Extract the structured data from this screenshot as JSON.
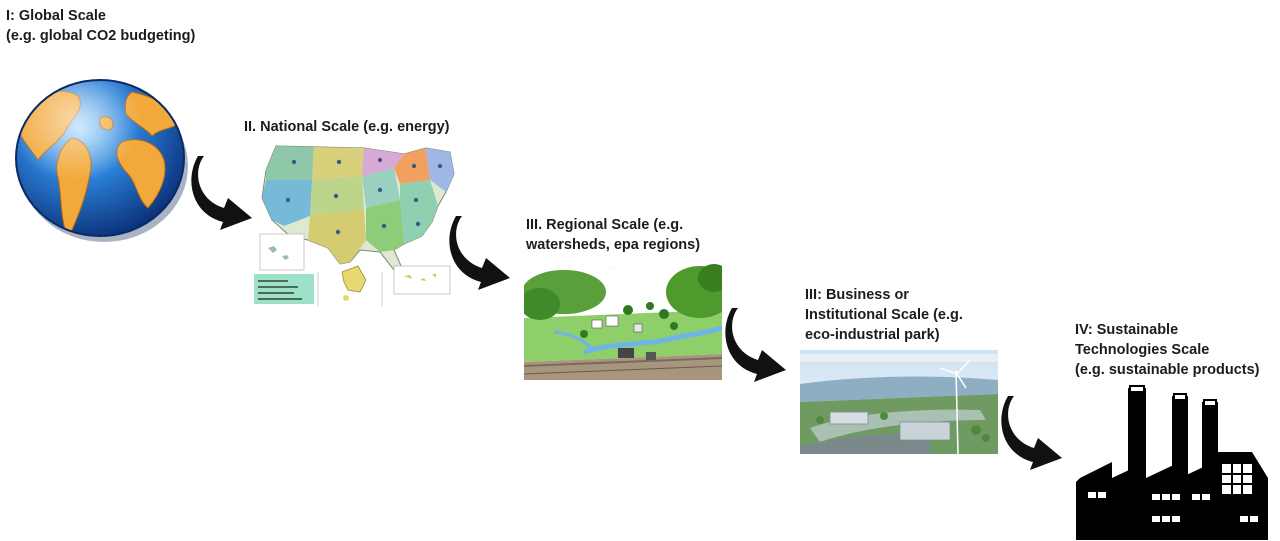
{
  "stages": [
    {
      "lines": [
        "I: Global Scale",
        "(e.g. global CO2 budgeting)"
      ]
    },
    {
      "lines": [
        "II. National Scale (e.g. energy)"
      ]
    },
    {
      "lines": [
        "III. Regional Scale (e.g.",
        "watersheds, epa regions)"
      ]
    },
    {
      "lines": [
        "III: Business or",
        "Institutional Scale (e.g.",
        "eco-industrial park)"
      ]
    },
    {
      "lines": [
        "IV: Sustainable",
        "Technologies Scale",
        "(e.g. sustainable products)"
      ]
    }
  ],
  "colors": {
    "ocean": "#2a7fd6",
    "land": "#f2a83a",
    "arrow": "#111111",
    "vegetation": "#4f9a2c",
    "factory": "#000000"
  },
  "icons": [
    "globe-icon",
    "us-map-icon",
    "watershed-landscape-icon",
    "eco-industrial-park-icon",
    "factory-icon",
    "curved-arrow-icon"
  ]
}
